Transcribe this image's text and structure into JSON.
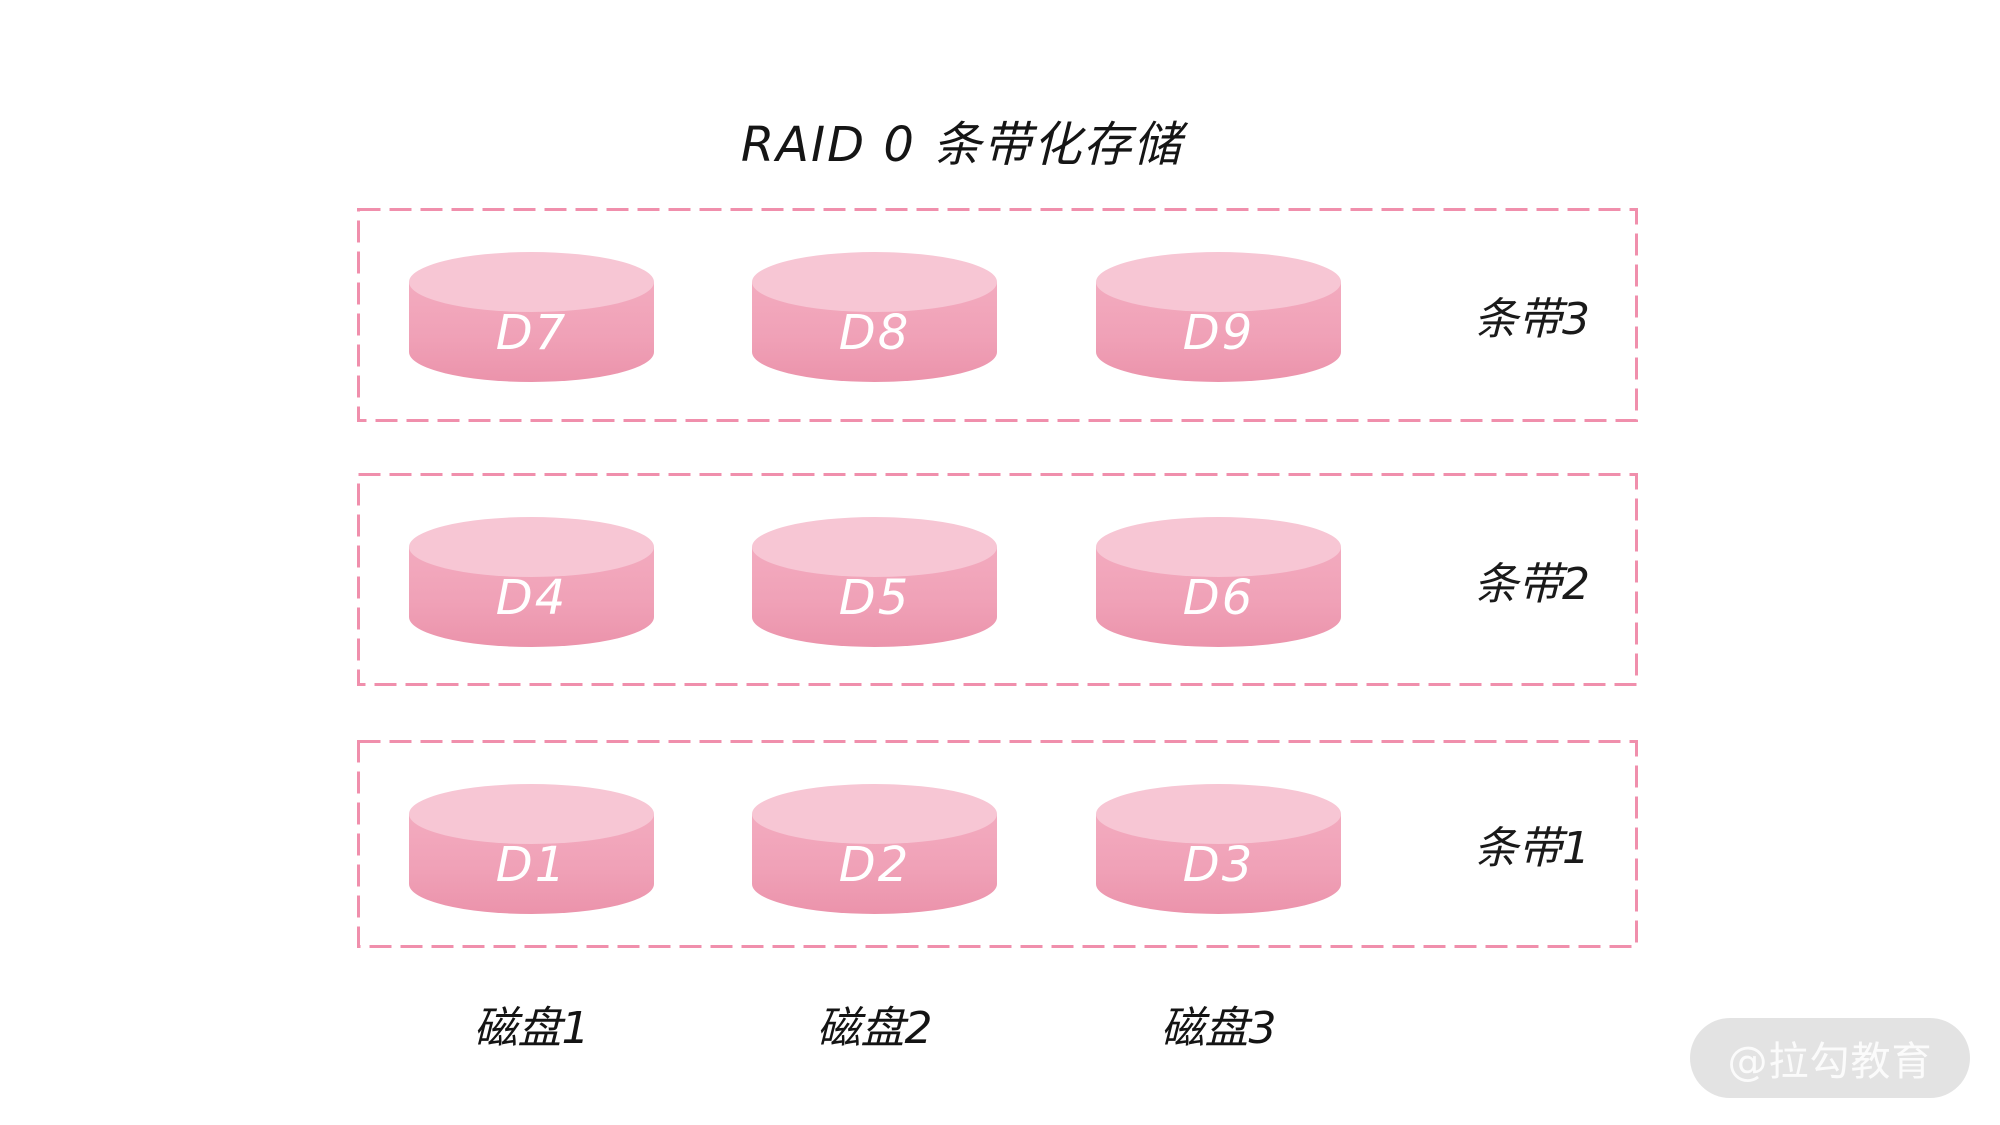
{
  "title": "RAID 0 条带化存储",
  "colors": {
    "stripe_border": "#f08fac",
    "disk_body": "#f0a1b7",
    "disk_body_shadow": "#eb93ab",
    "disk_top": "#f7c6d4",
    "disk_text": "#ffffff",
    "text": "#151515",
    "watermark_bg": "#e3e3e3",
    "watermark_text": "#fbfbfb"
  },
  "stripes": [
    {
      "label": "条带3",
      "disks": [
        "D7",
        "D8",
        "D9"
      ]
    },
    {
      "label": "条带2",
      "disks": [
        "D4",
        "D5",
        "D6"
      ]
    },
    {
      "label": "条带1",
      "disks": [
        "D1",
        "D2",
        "D3"
      ]
    }
  ],
  "disk_columns": [
    "磁盘1",
    "磁盘2",
    "磁盘3"
  ],
  "watermark": "@拉勾教育"
}
